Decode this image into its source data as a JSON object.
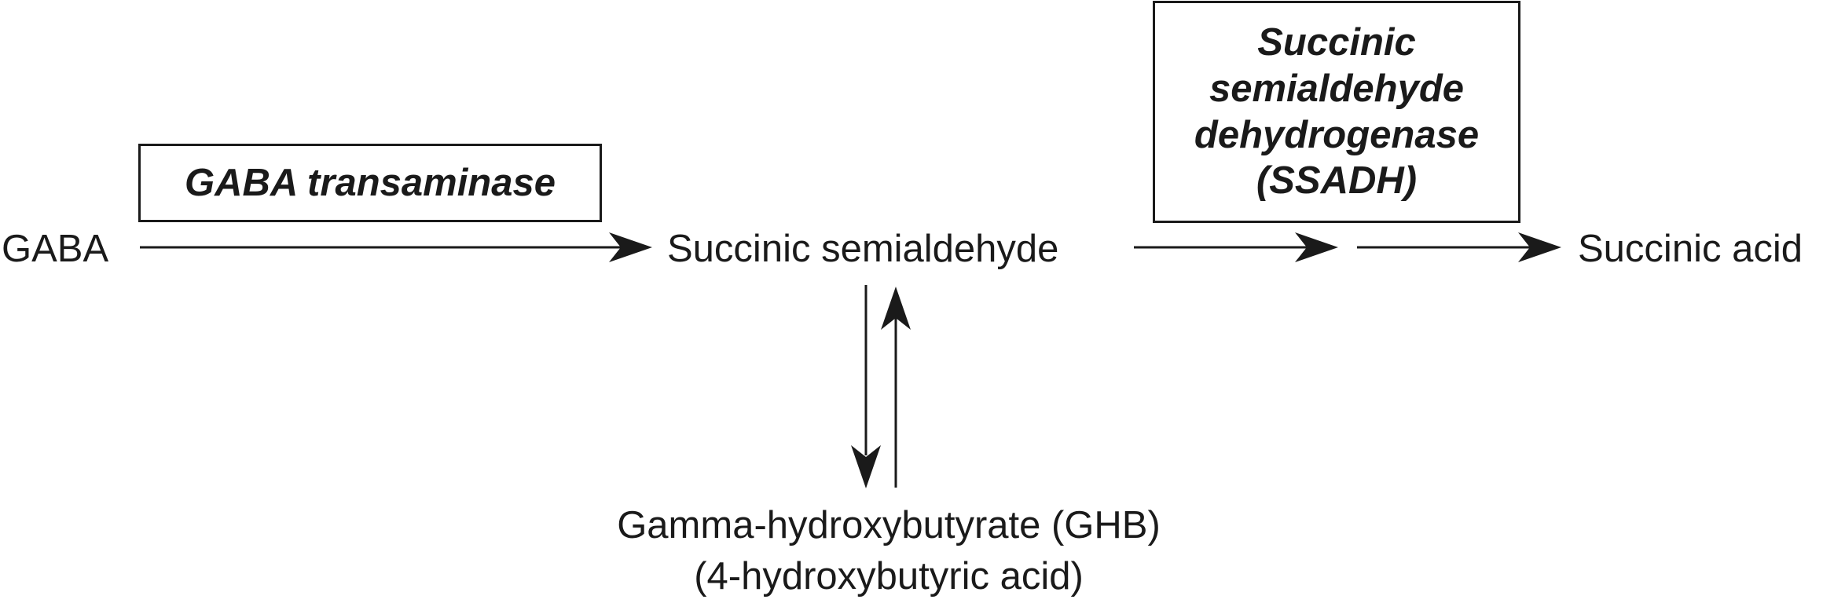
{
  "metabolites": {
    "gaba": "GABA",
    "succinic_semialdehyde": "Succinic semialdehyde",
    "succinic_acid": "Succinic acid",
    "ghb_line1": "Gamma-hydroxybutyrate (GHB)",
    "ghb_line2": "(4-hydroxybutyric acid)"
  },
  "enzymes": {
    "gaba_transaminase": "GABA transaminase",
    "ssadh_lines": [
      "Succinic",
      "semialdehyde",
      "dehydrogenase",
      "(SSADH)"
    ]
  },
  "colors": {
    "ink": "#1a1a1a",
    "background": "#ffffff"
  }
}
